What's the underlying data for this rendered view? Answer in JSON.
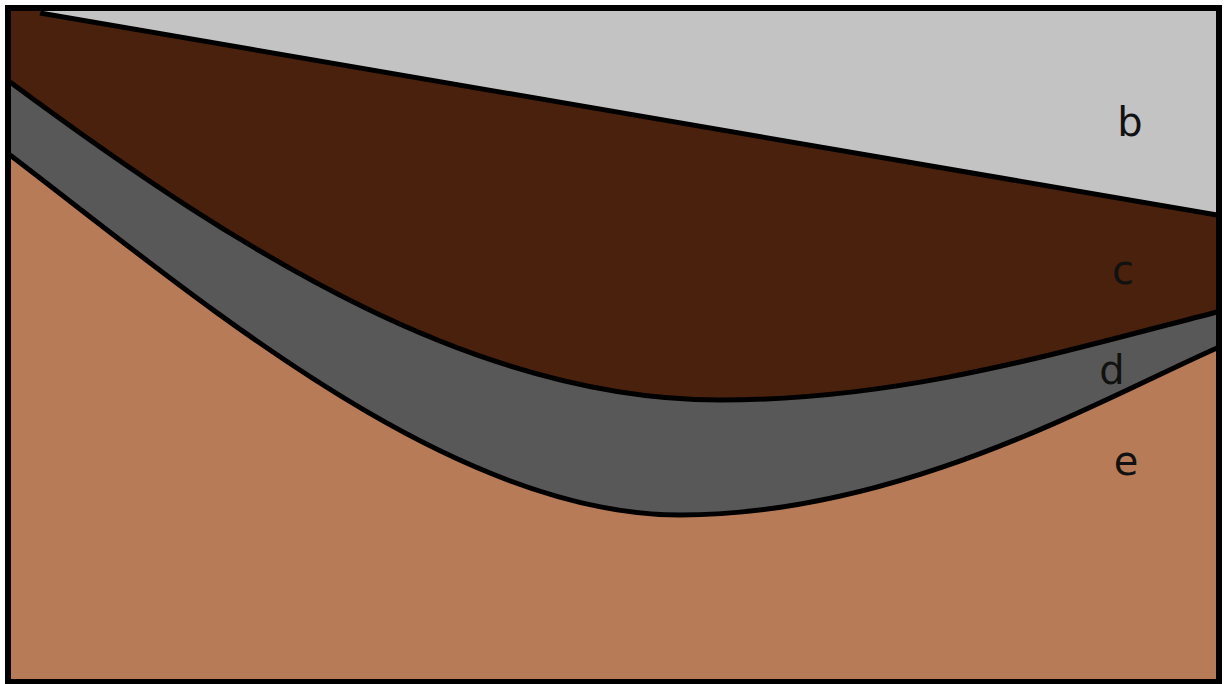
{
  "diagram": {
    "labels": [
      "b",
      "c",
      "d",
      "e"
    ]
  }
}
